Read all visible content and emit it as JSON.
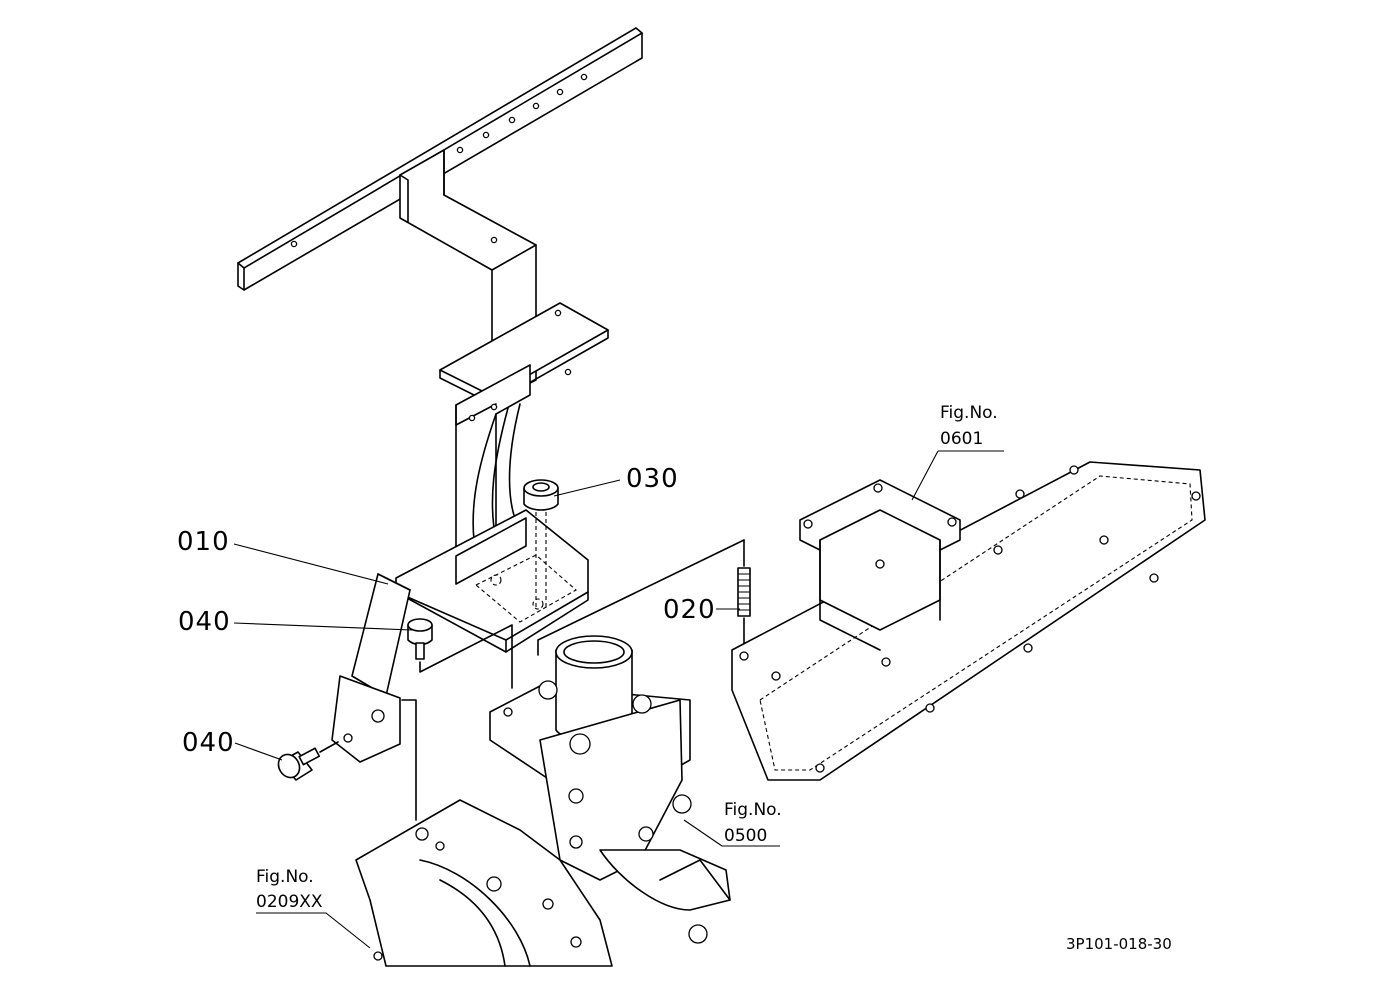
{
  "callouts": {
    "p010": "010",
    "p020": "020",
    "p030": "030",
    "p040a": "040",
    "p040b": "040"
  },
  "figure_refs": {
    "ref_0601": {
      "label": "Fig.No.",
      "number": "0601"
    },
    "ref_0500": {
      "label": "Fig.No.",
      "number": "0500"
    },
    "ref_0209xx": {
      "label": "Fig.No.",
      "number": "0209XX"
    }
  },
  "drawing_code": "3P101-018-30",
  "colors": {
    "line": "#000000",
    "background": "#ffffff"
  }
}
